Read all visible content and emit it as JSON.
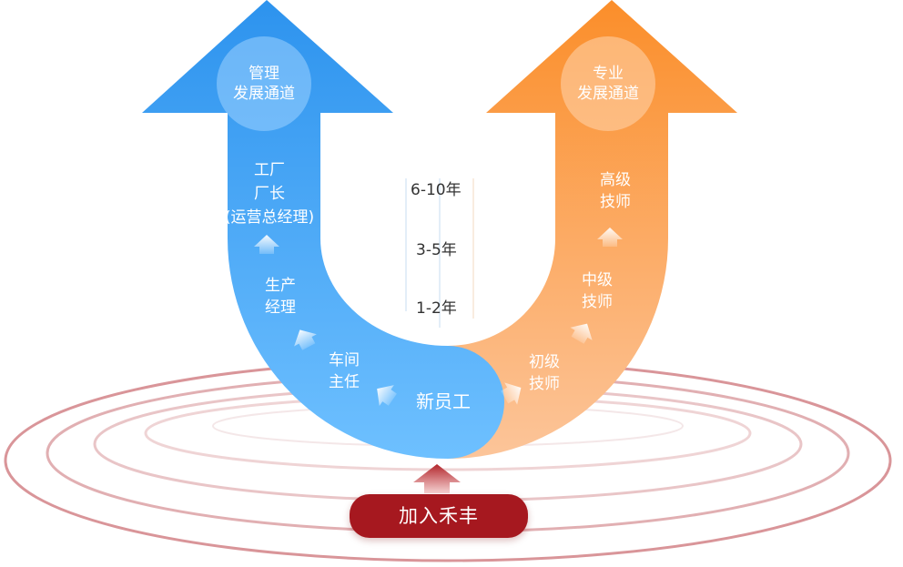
{
  "left_path": {
    "title": [
      "管理",
      "发展通道"
    ],
    "steps": [
      {
        "lines": [
          "工厂",
          "厂长",
          "(运营总经理)"
        ]
      },
      {
        "lines": [
          "生产",
          "经理"
        ]
      },
      {
        "lines": [
          "车间",
          "主任"
        ]
      }
    ],
    "color": "#3399f0"
  },
  "right_path": {
    "title": [
      "专业",
      "发展通道"
    ],
    "steps": [
      {
        "lines": [
          "高级",
          "技师"
        ]
      },
      {
        "lines": [
          "中级",
          "技师"
        ]
      },
      {
        "lines": [
          "初级",
          "技师"
        ]
      }
    ],
    "color": "#f7a04e"
  },
  "start_label": "新员工",
  "years": [
    "6-10年",
    "3-5年",
    "1-2年"
  ],
  "join_button": "加入禾丰",
  "accent_color": "#a6181f"
}
